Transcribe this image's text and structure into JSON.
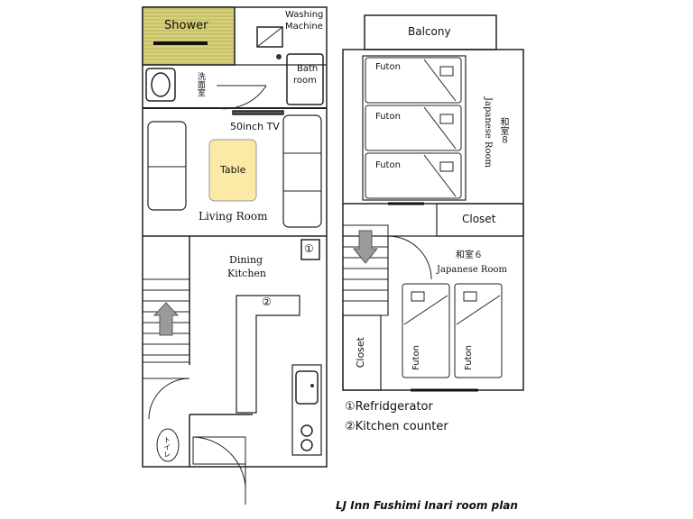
{
  "labels": {
    "shower": "Shower",
    "washing_machine_1": "Washing",
    "washing_machine_2": "Machine",
    "bath_room_1": "Bath",
    "bath_room_2": "room",
    "washroom_jp": "洗面室",
    "tv": "50inch TV",
    "table": "Table",
    "living_room": "Living Room",
    "dining_kitchen_1": "Dining",
    "dining_kitchen_2": "Kitchen",
    "mark1": "①",
    "mark2": "②",
    "toilet_jp": "トイレ",
    "balcony": "Balcony",
    "futon": "Futon",
    "washitsu8_jp": "和室８",
    "washitsu8_en": "Japanese Room",
    "closet": "Closet",
    "washitsu6_jp": "和室６",
    "washitsu6_en": "Japanese Room"
  },
  "legend": {
    "item1": "①Refridgerator",
    "item2": "②Kitchen counter"
  },
  "title": "LJ Inn Fushimi Inari room plan",
  "colors": {
    "shower_floor": "#d6d17a",
    "table_fill": "#fde9a6",
    "arrow_fill": "#9a9a9a"
  }
}
